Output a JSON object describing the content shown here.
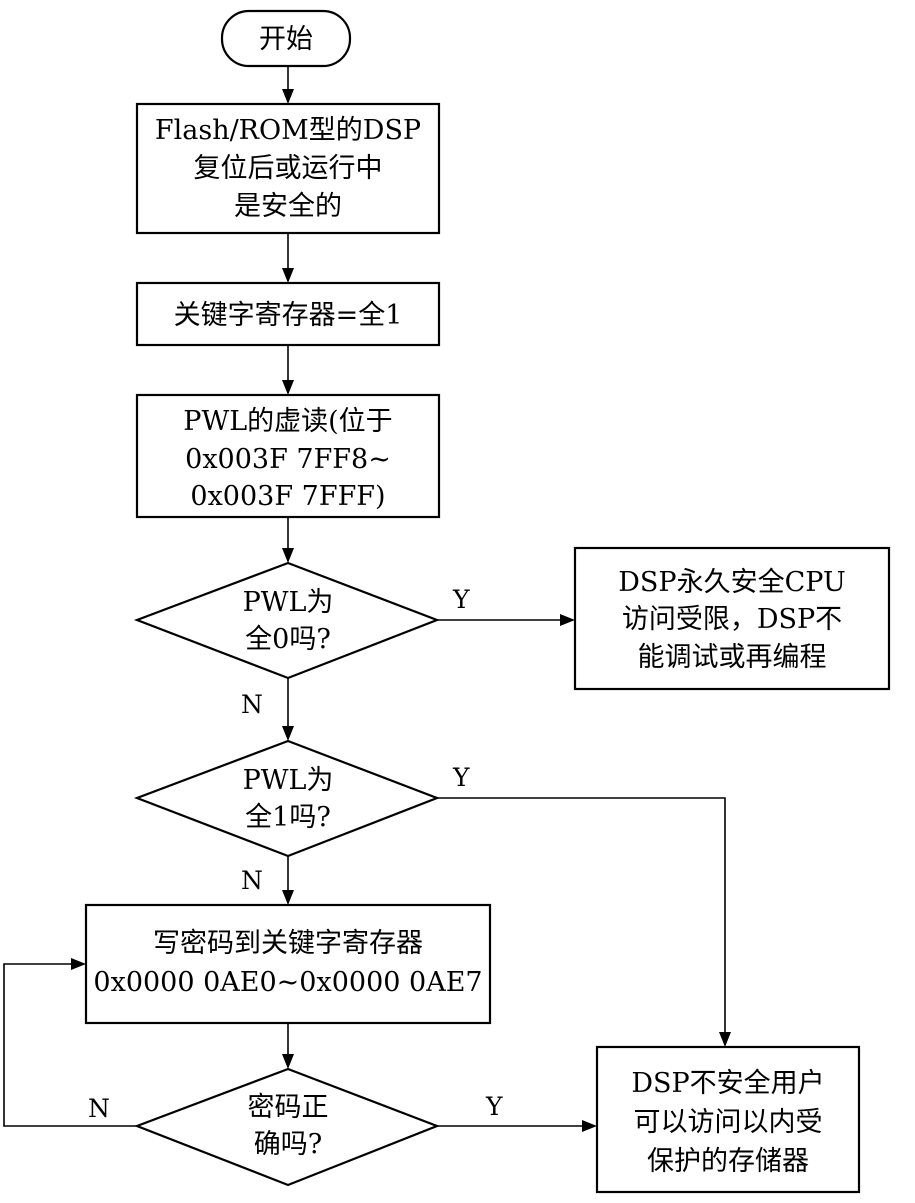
{
  "nodes": {
    "start": [
      "开始"
    ],
    "boot": [
      "Flash/ROM型的DSP",
      "复位后或运行中",
      "是安全的"
    ],
    "key_reg": [
      "关键字寄存器=全1"
    ],
    "pwl_read": [
      "PWL的虚读(位于",
      "0x003F 7FF8~",
      "0x003F 7FFF)"
    ],
    "check_zero": [
      "PWL为",
      "全0吗?"
    ],
    "secure_forever": [
      "DSP永久安全CPU",
      "访问受限，DSP不",
      "能调试或再编程"
    ],
    "check_one": [
      "PWL为",
      "全1吗?"
    ],
    "write_pwd": [
      "写密码到关键字寄存器",
      "0x0000 0AE0~0x0000 0AE7"
    ],
    "check_pwd": [
      "密码正",
      "确吗?"
    ],
    "unsecure": [
      "DSP不安全用户",
      "可以访问以内受",
      "保护的存储器"
    ]
  },
  "edge_labels": {
    "zero_yes": "Y",
    "zero_no": "N",
    "one_yes": "Y",
    "one_no": "N",
    "pwd_yes": "Y",
    "pwd_no": "N"
  }
}
